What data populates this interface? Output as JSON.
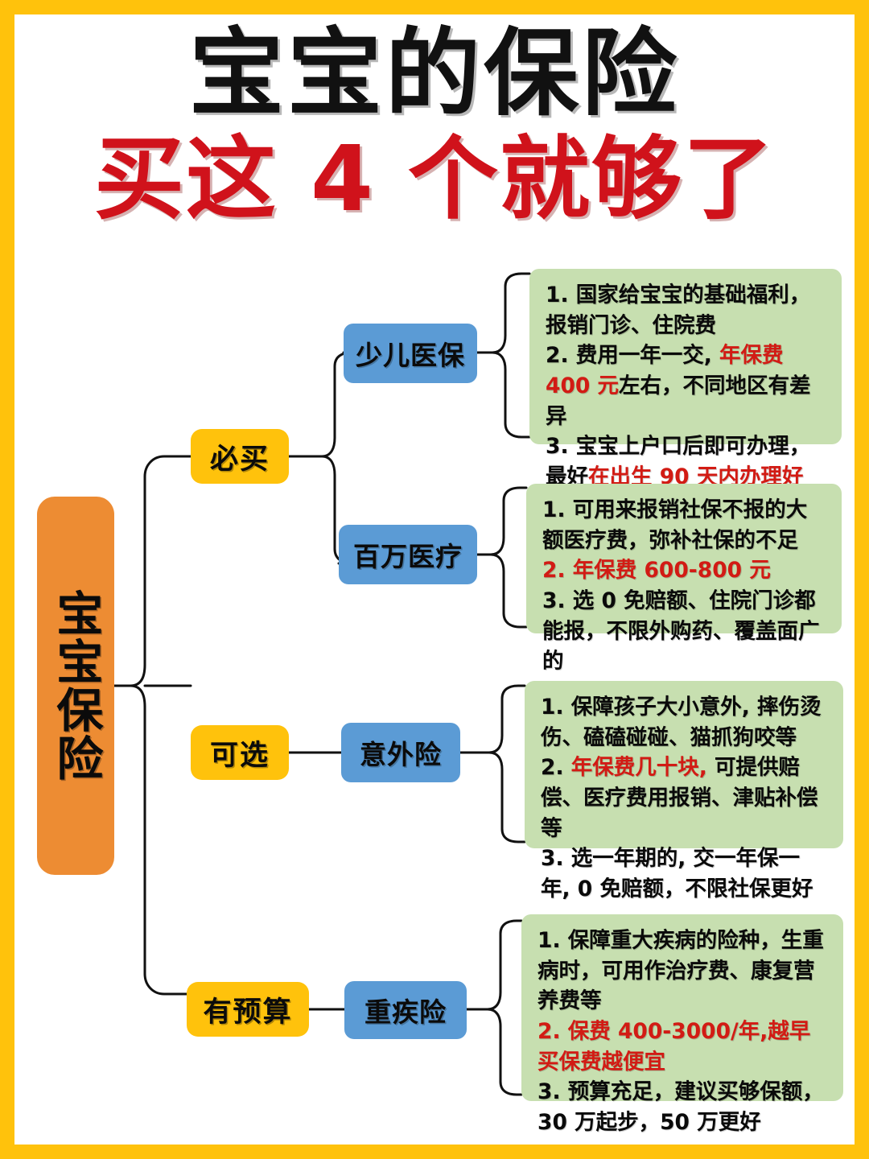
{
  "poster": {
    "frame_color": "#FFC20C",
    "background": "#ffffff",
    "title_main": "宝宝的保险",
    "title_sub": "买这 4 个就够了",
    "title_main_color": "#111111",
    "title_sub_color": "#D0121B"
  },
  "root": {
    "label": "宝宝保险",
    "color": "#ED8C33"
  },
  "categories": [
    {
      "label": "必买",
      "color": "#FFC20C"
    },
    {
      "label": "可选",
      "color": "#FFC20C"
    },
    {
      "label": "有预算",
      "color": "#FFC20C"
    }
  ],
  "products": [
    {
      "label": "少儿医保",
      "color": "#5B9BD5"
    },
    {
      "label": "百万医疗",
      "color": "#5B9BD5"
    },
    {
      "label": "意外险",
      "color": "#5B9BD5"
    },
    {
      "label": "重疾险",
      "color": "#5B9BD5"
    }
  ],
  "details": [
    {
      "product": "少儿医保",
      "color": "#C7DFB0",
      "highlight_color": "#D21B14",
      "lines": [
        {
          "segments": [
            {
              "text": "1. 国家给宝宝的基础福利，报销门诊、住院费",
              "red": false
            }
          ]
        },
        {
          "segments": [
            {
              "text": "2. 费用一年一交, ",
              "red": false
            },
            {
              "text": "年保费 400 元",
              "red": true
            },
            {
              "text": "左右，不同地区有差异",
              "red": false
            }
          ]
        },
        {
          "segments": [
            {
              "text": "3. 宝宝上户口后即可办理，最好",
              "red": false
            },
            {
              "text": "在出生 90 天内办理好",
              "red": true
            }
          ]
        }
      ]
    },
    {
      "product": "百万医疗",
      "color": "#C7DFB0",
      "highlight_color": "#D21B14",
      "lines": [
        {
          "segments": [
            {
              "text": "1. 可用来报销社保不报的大额医疗费，弥补社保的不足",
              "red": false
            }
          ]
        },
        {
          "segments": [
            {
              "text": "2. 年保费 600-800 元",
              "red": true
            }
          ]
        },
        {
          "segments": [
            {
              "text": "3.  选 0 免赔额、住院门诊都能报，不限外购药、覆盖面广的",
              "red": false
            }
          ]
        }
      ]
    },
    {
      "product": "意外险",
      "color": "#C7DFB0",
      "highlight_color": "#D21B14",
      "lines": [
        {
          "segments": [
            {
              "text": "1. 保障孩子大小意外, 摔伤烫伤、磕磕碰碰、猫抓狗咬等",
              "red": false
            }
          ]
        },
        {
          "segments": [
            {
              "text": "2. ",
              "red": false
            },
            {
              "text": "年保费几十块, ",
              "red": true
            },
            {
              "text": "可提供赔偿、医疗费用报销、津贴补偿等",
              "red": false
            }
          ]
        },
        {
          "segments": [
            {
              "text": "3. 选一年期的, 交一年保一年, 0 免赔额，不限社保更好",
              "red": false
            }
          ]
        }
      ]
    },
    {
      "product": "重疾险",
      "color": "#C7DFB0",
      "highlight_color": "#D21B14",
      "lines": [
        {
          "segments": [
            {
              "text": "1. 保障重大疾病的险种，生重病时，可用作治疗费、康复营养费等",
              "red": false
            }
          ]
        },
        {
          "segments": [
            {
              "text": "2. 保费 400-3000/年,越早买保费越便宜",
              "red": true
            }
          ]
        },
        {
          "segments": [
            {
              "text": "3. 预算充足，建议买够保额，30 万起步，50 万更好",
              "red": false
            }
          ]
        }
      ]
    }
  ],
  "connectors": {
    "stroke_color": "#111111",
    "stroke_width": 3
  }
}
